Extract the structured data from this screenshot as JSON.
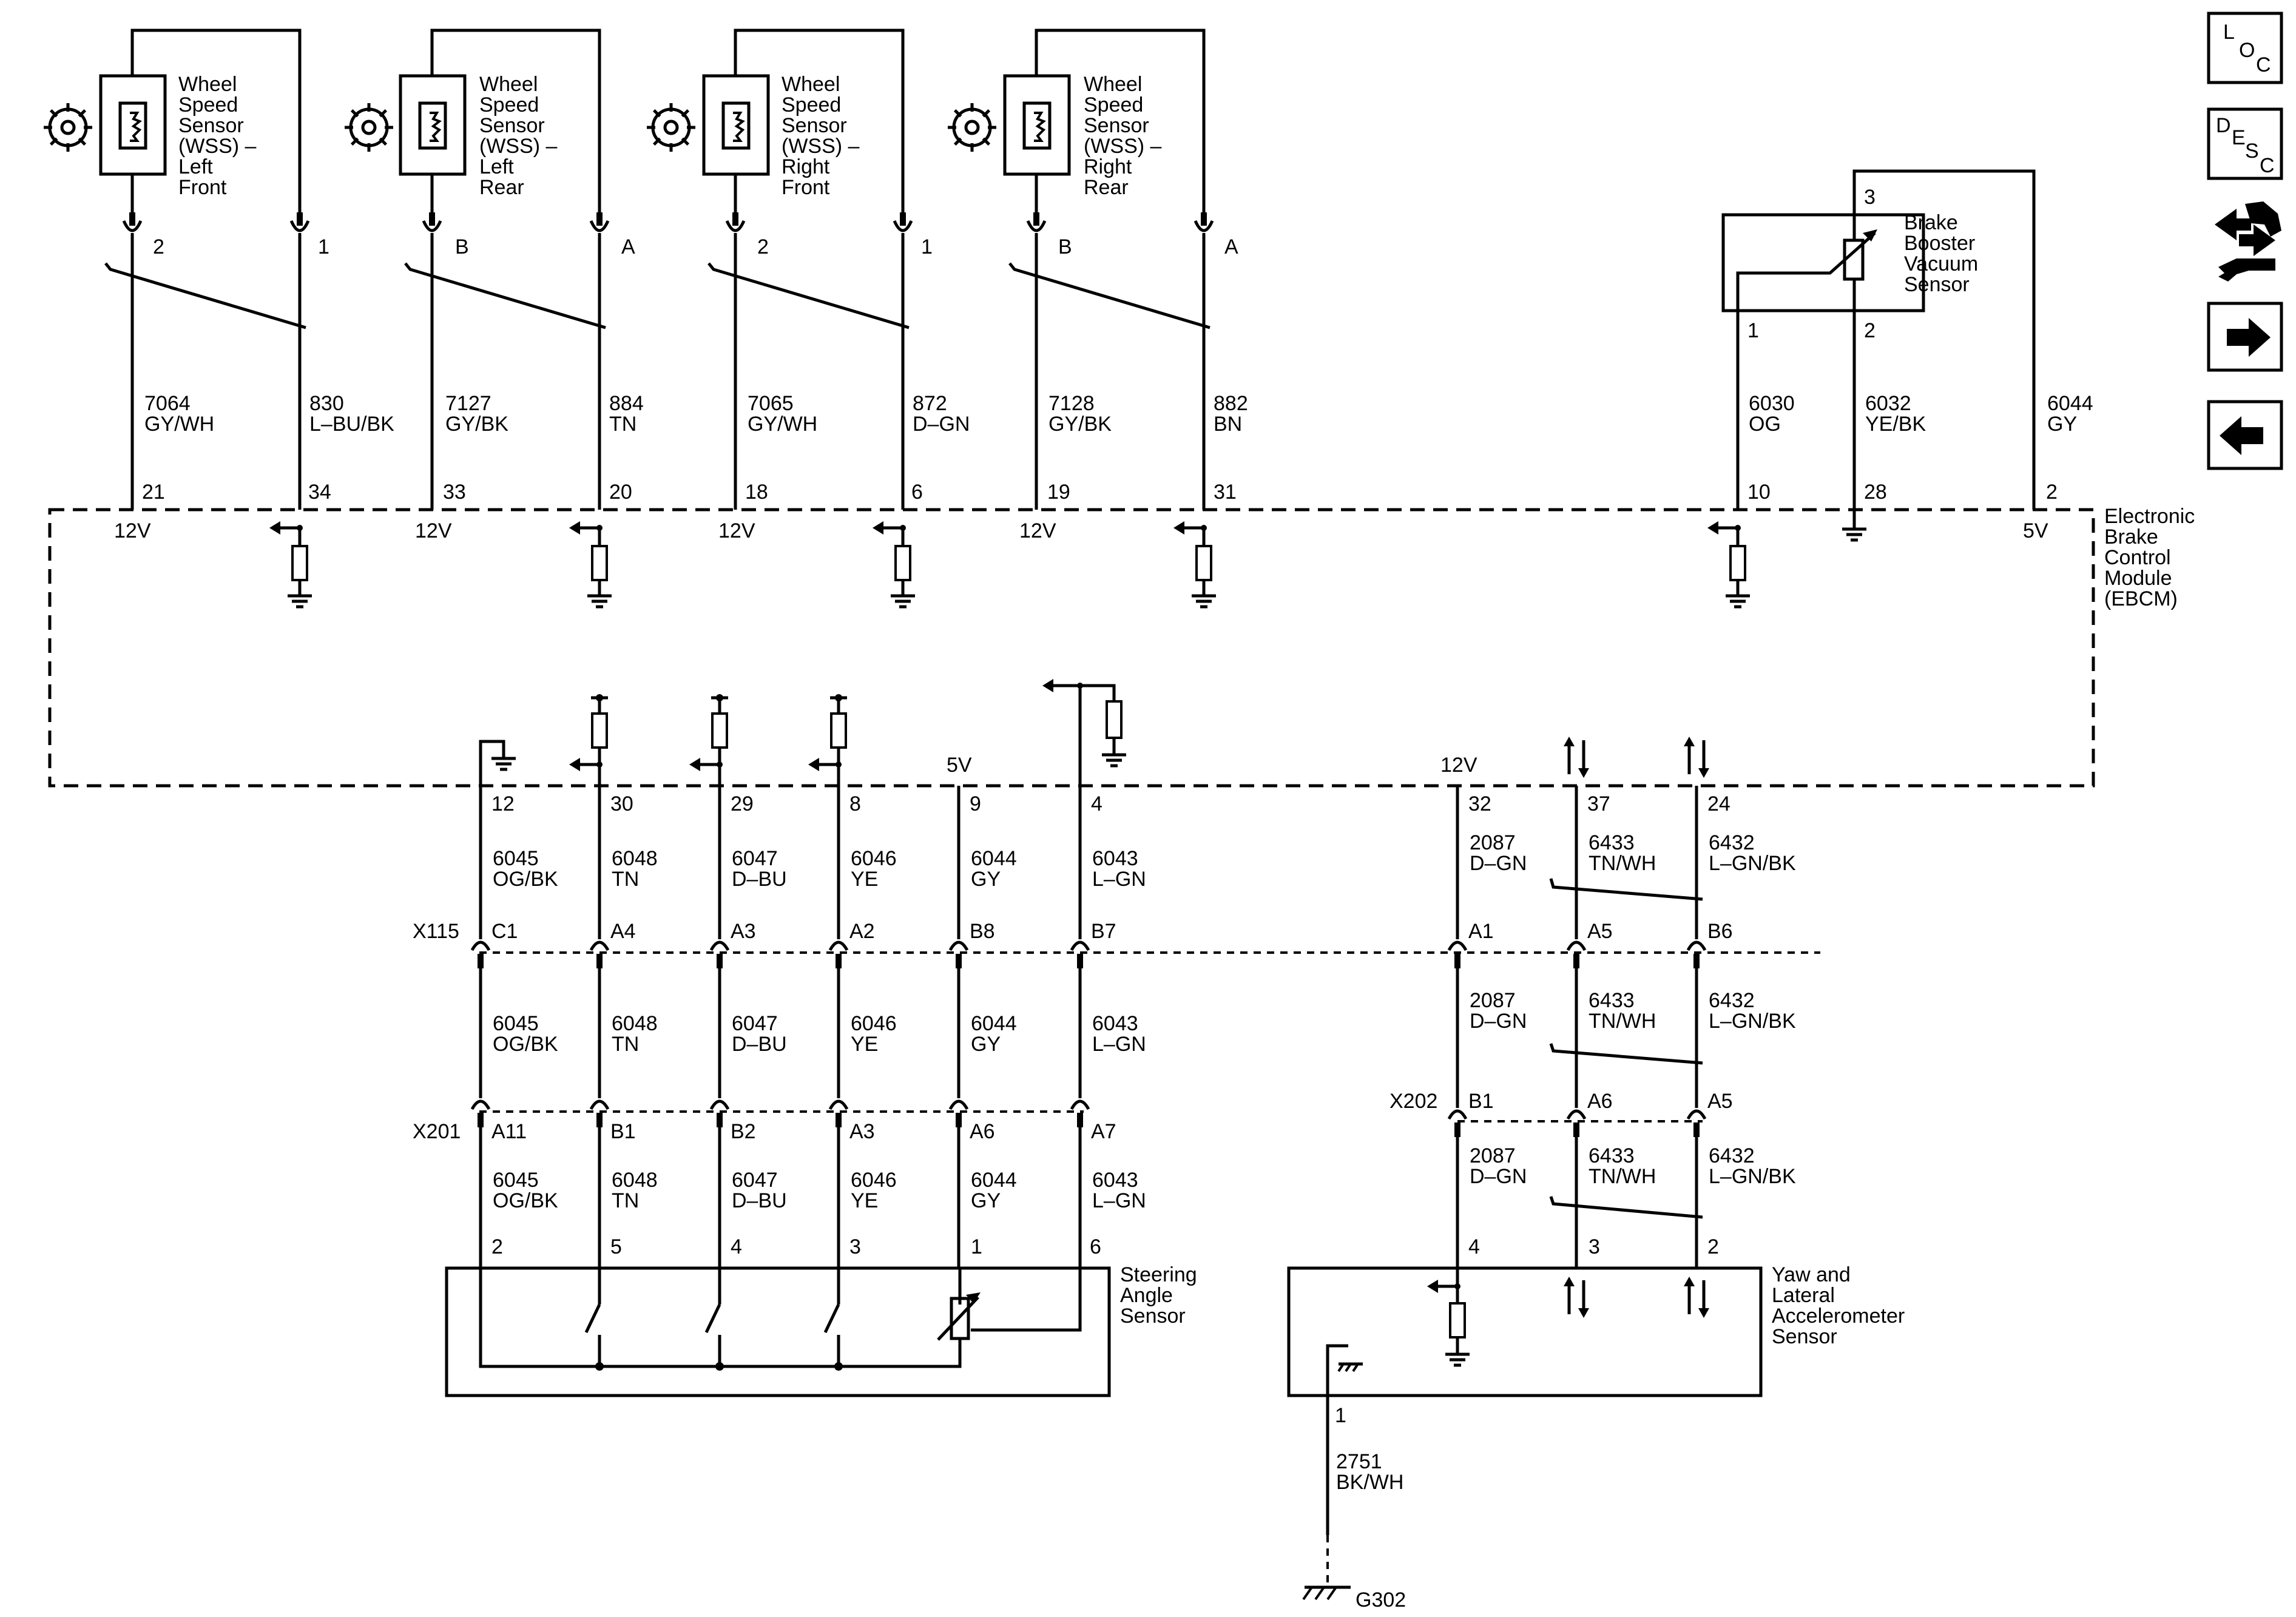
{
  "nav": {
    "loc": [
      "L",
      "O",
      "C"
    ],
    "desc": [
      "D",
      "E",
      "S",
      "C"
    ]
  },
  "module": {
    "name": [
      "Electronic",
      "Brake",
      "Control",
      "Module",
      "(EBCM)"
    ]
  },
  "wss": [
    {
      "name": [
        "Wheel",
        "Speed",
        "Sensor",
        "(WSS) –",
        "Left",
        "Front"
      ],
      "pins": [
        "2",
        "1"
      ],
      "circuits": [
        [
          "7064",
          "GY/WH"
        ],
        [
          "830",
          "L–BU/BK"
        ]
      ],
      "ebcm_pins": [
        "21",
        "34"
      ],
      "voltage": "12V"
    },
    {
      "name": [
        "Wheel",
        "Speed",
        "Sensor",
        "(WSS) –",
        "Left",
        "Rear"
      ],
      "pins": [
        "B",
        "A"
      ],
      "circuits": [
        [
          "7127",
          "GY/BK"
        ],
        [
          "884",
          "TN"
        ]
      ],
      "ebcm_pins": [
        "33",
        "20"
      ],
      "voltage": "12V"
    },
    {
      "name": [
        "Wheel",
        "Speed",
        "Sensor",
        "(WSS) –",
        "Right",
        "Front"
      ],
      "pins": [
        "2",
        "1"
      ],
      "circuits": [
        [
          "7065",
          "GY/WH"
        ],
        [
          "872",
          "D–GN"
        ]
      ],
      "ebcm_pins": [
        "18",
        "6"
      ],
      "voltage": "12V"
    },
    {
      "name": [
        "Wheel",
        "Speed",
        "Sensor",
        "(WSS) –",
        "Right",
        "Rear"
      ],
      "pins": [
        "B",
        "A"
      ],
      "circuits": [
        [
          "7128",
          "GY/BK"
        ],
        [
          "882",
          "BN"
        ]
      ],
      "ebcm_pins": [
        "19",
        "31"
      ],
      "voltage": "12V"
    }
  ],
  "booster": {
    "name": [
      "Brake",
      "Booster",
      "Vacuum",
      "Sensor"
    ],
    "pins": [
      "1",
      "2",
      "3"
    ],
    "circuits": [
      [
        "6030",
        "OG"
      ],
      [
        "6032",
        "YE/BK"
      ],
      [
        "6044",
        "GY"
      ]
    ],
    "ebcm_pins": [
      "10",
      "28",
      "2"
    ],
    "voltage": "5V"
  },
  "steering": {
    "name": [
      "Steering",
      "Angle",
      "Sensor"
    ],
    "ebcm_pins": [
      "12",
      "30",
      "29",
      "8",
      "9",
      "4"
    ],
    "circuits": [
      [
        "6045",
        "OG/BK"
      ],
      [
        "6048",
        "TN"
      ],
      [
        "6047",
        "D–BU"
      ],
      [
        "6046",
        "YE"
      ],
      [
        "6044",
        "GY"
      ],
      [
        "6043",
        "L–GN"
      ]
    ],
    "x115_pins": [
      "C1",
      "A4",
      "A3",
      "A2",
      "B8",
      "B7"
    ],
    "x201_pins": [
      "A11",
      "B1",
      "B2",
      "A3",
      "A6",
      "A7"
    ],
    "sensor_pins": [
      "2",
      "5",
      "4",
      "3",
      "1",
      "6"
    ],
    "voltage": "5V"
  },
  "yaw": {
    "name": [
      "Yaw and",
      "Lateral",
      "Accelerometer",
      "Sensor"
    ],
    "ebcm_pins": [
      "32",
      "37",
      "24"
    ],
    "circuits": [
      [
        "2087",
        "D–GN"
      ],
      [
        "6433",
        "TN/WH"
      ],
      [
        "6432",
        "L–GN/BK"
      ]
    ],
    "x115_pins": [
      "A1",
      "A5",
      "B6"
    ],
    "x202_pins": [
      "B1",
      "A6",
      "A5"
    ],
    "sensor_pins": [
      "4",
      "3",
      "2"
    ],
    "voltage": "12V",
    "ground_pin": "1",
    "ground_circuit": [
      "2751",
      "BK/WH"
    ],
    "ground_name": "G302"
  },
  "connectors": {
    "x115": "X115",
    "x201": "X201",
    "x202": "X202"
  }
}
